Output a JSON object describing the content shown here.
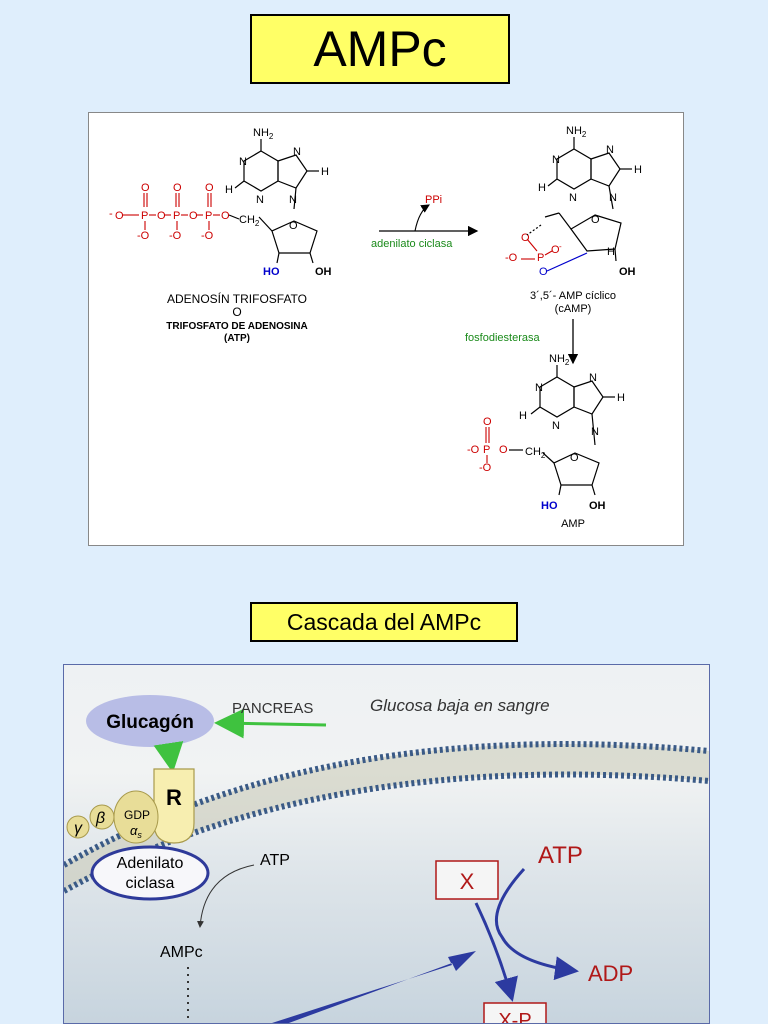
{
  "title": "AMPc",
  "reaction": {
    "atp_name_line1": "ADENOSÍN TRIFOSFATO",
    "atp_name_line2": "O",
    "atp_name_line3": "TRIFOSFATO DE ADENOSINA",
    "atp_name_line4": "(ATP)",
    "byproduct": "PPi",
    "enzyme1": "adenilato ciclasa",
    "camp_name_line1": "3´,5´- AMP cíclico",
    "camp_name_line2": "(cAMP)",
    "enzyme2": "fosfodiesterasa",
    "amp_name": "AMP",
    "nh2": "NH",
    "nh2_sub": "2",
    "n": "N",
    "h": "H",
    "o": "O",
    "p": "P",
    "ominus": "-O",
    "ho": "HO",
    "oh": "OH",
    "ch2": "CH",
    "ch2_sub": "2",
    "o_minus_upper": "O",
    "minus": "-"
  },
  "cascade_title": "Cascada del AMPc",
  "cascade": {
    "hormone": "Glucagón",
    "source": "PANCREAS",
    "condition": "Glucosa baja en sangre",
    "receptor": "R",
    "gprotein_gdp": "GDP",
    "gamma": "γ",
    "beta": "β",
    "alpha": "α",
    "alpha_sub": "s",
    "enzyme_line1": "Adenilato",
    "enzyme_line2": "ciclasa",
    "atp_left": "ATP",
    "camp": "AMPc",
    "substrate": "X",
    "atp_right": "ATP",
    "adp": "ADP",
    "product": "X-P"
  },
  "colors": {
    "background": "#dfeefc",
    "title_fill": "#ffff66",
    "phosphate_red": "#cc0000",
    "hydroxyl_blue": "#0000cc",
    "enzyme_green": "#1a8a1a",
    "glucagon_fill": "#b8bde6",
    "receptor_fill": "#f7eeb0",
    "arrow_green": "#3fc23f",
    "dark_red": "#b01818",
    "blue_arrow": "#2c3aa0",
    "membrane_dot": "#3a5a86"
  }
}
